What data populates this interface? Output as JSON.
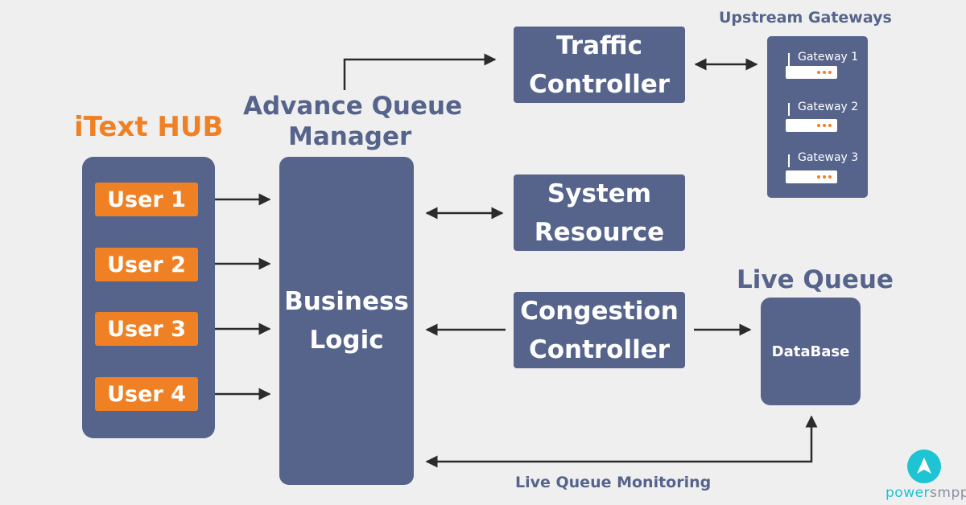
{
  "hub": {
    "title": "iText HUB",
    "users": [
      "User 1",
      "User 2",
      "User 3",
      "User 4"
    ]
  },
  "queue_manager": {
    "title_line1": "Advance Queue",
    "title_line2": "Manager",
    "box_line1": "Business",
    "box_line2": "Logic"
  },
  "traffic": {
    "line1": "Traffic",
    "line2": "Controller"
  },
  "system": {
    "line1": "System",
    "line2": "Resource"
  },
  "congestion": {
    "line1": "Congestion",
    "line2": "Controller"
  },
  "gateways": {
    "title": "Upstream Gateways",
    "items": [
      "Gateway 1",
      "Gateway 2",
      "Gateway 3"
    ]
  },
  "live_queue": {
    "title": "Live Queue",
    "box": "DataBase"
  },
  "monitoring_label": "Live Queue Monitoring",
  "logo": {
    "text_a": "power",
    "text_b": "smpp"
  },
  "colors": {
    "box": "#56648c",
    "accent": "#f08024",
    "background": "#efefef",
    "logo": "#1ec3d4"
  }
}
